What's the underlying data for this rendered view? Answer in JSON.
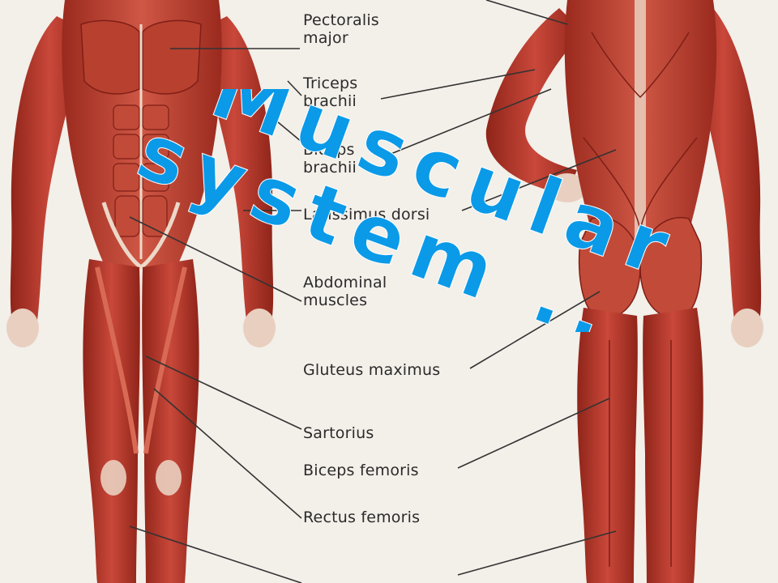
{
  "labels": [
    {
      "id": "pectoralis-major",
      "text": "Pectoralis\nmajor"
    },
    {
      "id": "triceps-brachii",
      "text": "Triceps\nbrachii"
    },
    {
      "id": "biceps-brachii",
      "text": "Biceps\nbrachii"
    },
    {
      "id": "latissimus-dorsi",
      "text": "Latissimus dorsi"
    },
    {
      "id": "abdominal-muscles",
      "text": "Abdominal\nmuscles"
    },
    {
      "id": "gluteus-maximus",
      "text": "Gluteus maximus"
    },
    {
      "id": "sartorius",
      "text": "Sartorius"
    },
    {
      "id": "biceps-femoris",
      "text": "Biceps femoris"
    },
    {
      "id": "rectus-femoris",
      "text": "Rectus femoris"
    }
  ],
  "overlay_title": {
    "line1": "Muscular",
    "line2": "system ...",
    "color": "#0a9ae8"
  },
  "colors": {
    "muscle": "#b53a2b",
    "muscle_dark": "#7e1f17",
    "muscle_light": "#d86a55",
    "tendon": "#ecd8c8",
    "paper": "#f3efe9",
    "leader": "#333333"
  }
}
